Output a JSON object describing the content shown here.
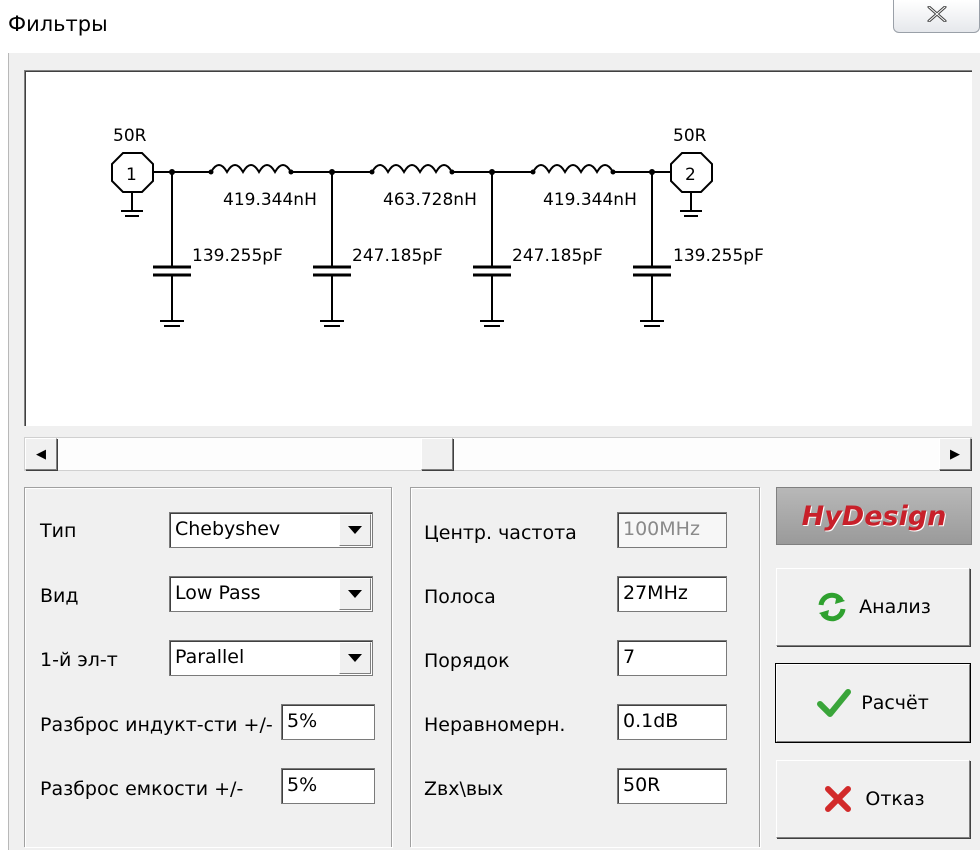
{
  "window": {
    "title": "Фильтры",
    "close_label": "✕"
  },
  "schematic": {
    "port1": {
      "number": "1",
      "impedance": "50R"
    },
    "port2": {
      "number": "2",
      "impedance": "50R"
    },
    "inductors": [
      "419.344nH",
      "463.728nH",
      "419.344nH"
    ],
    "capacitors": [
      "139.255pF",
      "247.185pF",
      "247.185pF",
      "139.255pF"
    ]
  },
  "scrollbar": {
    "left_arrow": "◀",
    "right_arrow": "▶"
  },
  "params_left": {
    "type_label": "Тип",
    "type_value": "Chebyshev",
    "kind_label": "Вид",
    "kind_value": "Low Pass",
    "first_label": "1-й эл-т",
    "first_value": "Parallel",
    "ind_tol_label": "Разброс индукт-сти +/-",
    "ind_tol_value": "5%",
    "cap_tol_label": "Разброс емкости +/-",
    "cap_tol_value": "5%"
  },
  "params_mid": {
    "center_label": "Центр. частота",
    "center_value": "100MHz",
    "band_label": "Полоса",
    "band_value": "27MHz",
    "order_label": "Порядок",
    "order_value": "7",
    "ripple_label": "Неравномерн.",
    "ripple_value": "0.1dB",
    "z_label": "Zвх\\вых",
    "z_value": "50R"
  },
  "logo": {
    "text": "HyDesign"
  },
  "buttons": {
    "analyze": "Анализ",
    "calculate": "Расчёт",
    "cancel": "Отказ"
  },
  "colors": {
    "analyze_icon": "#2fa12f",
    "calculate_icon": "#3aa53a",
    "cancel_icon": "#d22a2a",
    "logo_text": "#c8202a"
  }
}
